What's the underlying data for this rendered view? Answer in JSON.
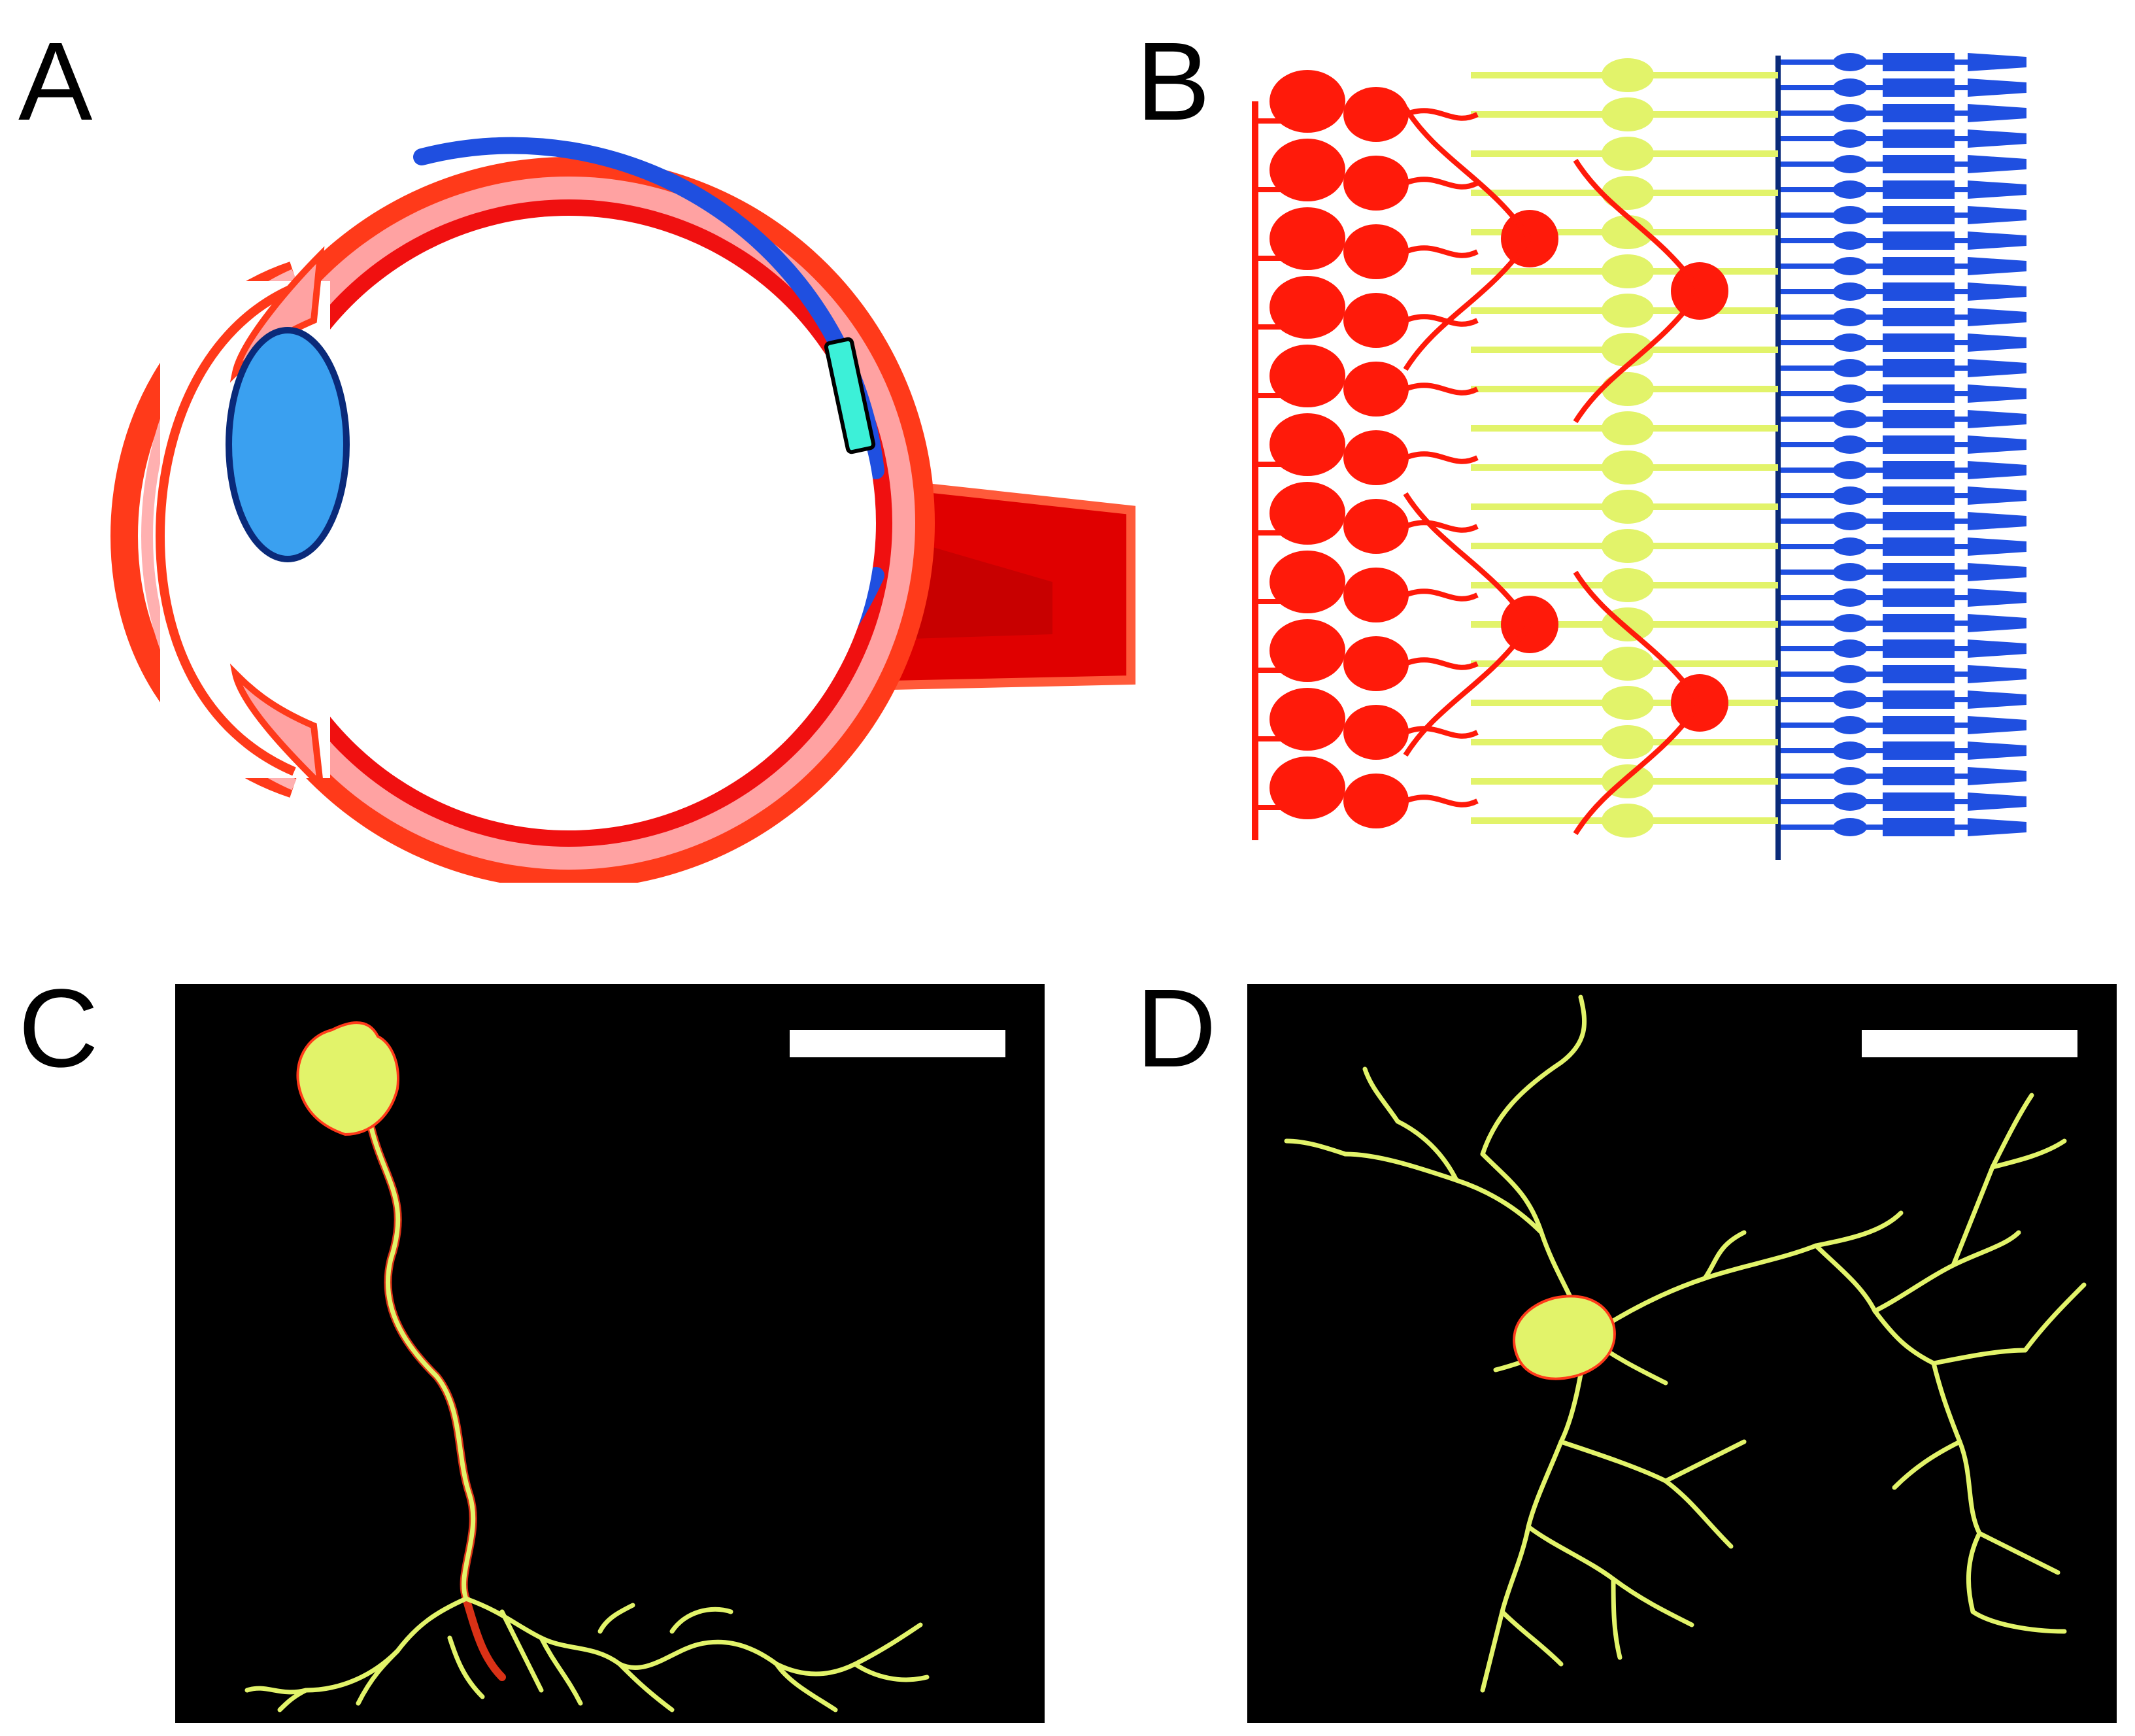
{
  "figure": {
    "panels": [
      {
        "letter": "A"
      },
      {
        "letter": "B"
      },
      {
        "letter": "C"
      },
      {
        "letter": "D"
      }
    ]
  },
  "colors": {
    "red": "#ff1a0a",
    "dark_red": "#d40000",
    "pink": "#ffa0a0",
    "blue": "#1f4fe0",
    "lens_blue": "#3aa0f0",
    "cyan": "#3cf0d8",
    "yellow_green": "#e2f36a",
    "black": "#000000",
    "white": "#ffffff"
  }
}
